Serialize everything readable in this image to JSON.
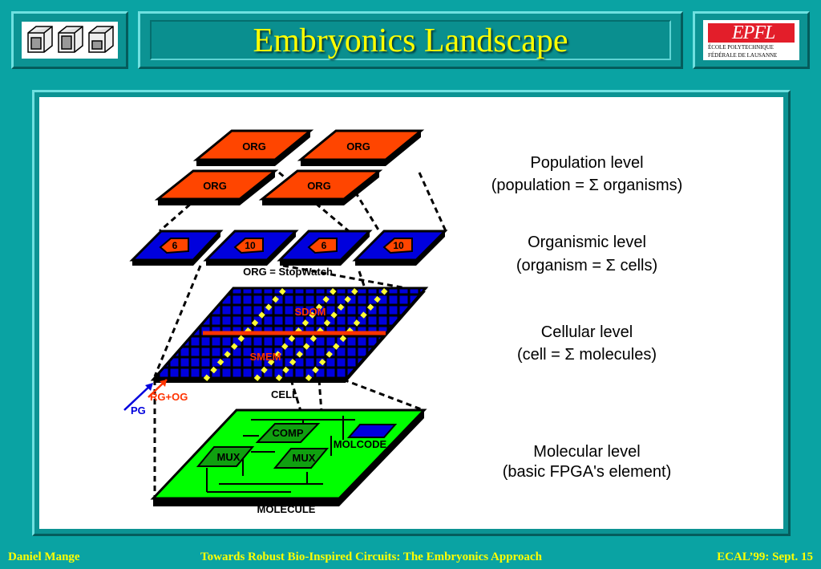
{
  "slide": {
    "title": "Embryonics Landscape",
    "logo_left_icon": "cube-logo-icon",
    "logo_right": {
      "mark": "EPFL",
      "line1": "ÉCOLE POLYTECHNIQUE",
      "line2": "FÉDÉRALE DE LAUSANNE"
    }
  },
  "diagram": {
    "organisms": [
      "ORG",
      "ORG",
      "ORG",
      "ORG"
    ],
    "stopwatch_digits": [
      "6",
      "10",
      "6",
      "10"
    ],
    "stopwatch_label": "ORG = StopWatch",
    "cell_labels": {
      "sdom": "SDOM",
      "smem": "SMEM",
      "cell": "CELL",
      "rg_og": "RG+OG",
      "pg": "PG"
    },
    "molecule_labels": {
      "comp": "COMP",
      "mux1": "MUX",
      "mux2": "MUX",
      "molcode": "MOLCODE",
      "molecule": "MOLECULE"
    },
    "levels": [
      {
        "title": "Population level",
        "desc": "(population = Σ organisms)"
      },
      {
        "title": "Organismic level",
        "desc": "(organism = Σ cells)"
      },
      {
        "title": "Cellular level",
        "desc": "(cell = Σ molecules)"
      },
      {
        "title": "Molecular level",
        "desc": "(basic FPGA's element)"
      }
    ],
    "colors": {
      "organism": "#ff4500",
      "cell_blue": "#0000dd",
      "cell_yellow": "#ffff33",
      "molecule": "#00ff00"
    }
  },
  "footer": {
    "author": "Daniel Mange",
    "talk": "Towards Robust Bio-Inspired Circuits: The Embryonics Approach",
    "venue": "ECAL’99: Sept. 15"
  }
}
